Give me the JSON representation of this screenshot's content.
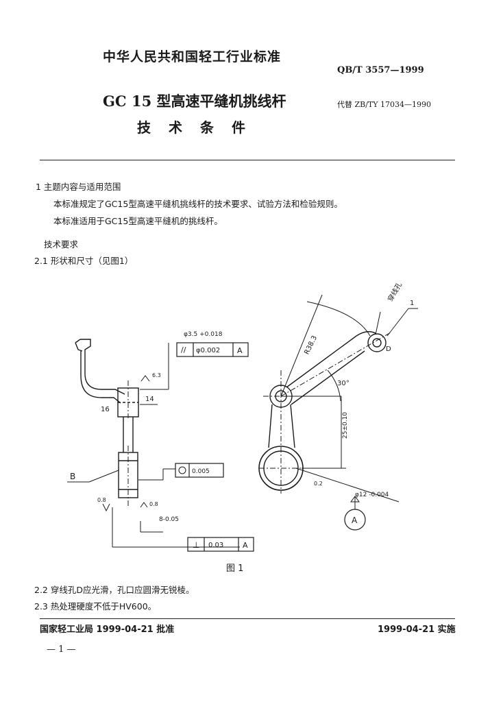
{
  "header": {
    "issuer": "中华人民共和国轻工行业标准",
    "standard_number": "QB/T 3557—1999",
    "title": "GC 15 型高速平缝机挑线杆",
    "subtitle": "技术条件",
    "replaces": "代替 ZB/TY 17034—1990"
  },
  "sections": {
    "s1_heading": "1  主题内容与适用范围",
    "s1_p1": "本标准规定了GC15型高速平缝机挑线杆的技术要求、试验方法和检验规则。",
    "s1_p2": "本标准适用于GC15型高速平缝机的挑线杆。",
    "s2_heading": "技术要求",
    "s2_1": "2.1  形状和尺寸（见图1）",
    "s2_2": "2.2  穿线孔D应光滑，孔口应圆滑无锐棱。",
    "s2_3": "2.3  热处理硬度不低于HV600。"
  },
  "figure": {
    "caption": "图  1",
    "labels": {
      "dim_top": "φ3.5 +0.018",
      "tol_parallel_sym": "//",
      "tol_parallel_val": "φ0.002",
      "tol_datum_A": "A",
      "dim_14": "14",
      "dim_16": "16",
      "callout_B": "B",
      "tol_circ_val": "0.005",
      "dim_8": "8-0.05",
      "tol_perp_sym": "⊥",
      "tol_perp_val": "0.03",
      "tol_perp_datum": "A",
      "dim_R": "R38.3",
      "dim_angle": "30°",
      "dim_25": "25±0.10",
      "dim_phi12": "φ12 -0.004",
      "dim_0_2": "0.2",
      "label_D": "D",
      "label_A_circle": "A",
      "label_1": "1",
      "label_wire": "穿线孔",
      "roughness_63": "6.3",
      "roughness_08a": "0.8",
      "roughness_08b": "0.8"
    }
  },
  "footer": {
    "approved": "国家轻工业局 1999-04-21 批准",
    "effective": "1999-04-21 实施",
    "page_number": "— 1 —"
  }
}
